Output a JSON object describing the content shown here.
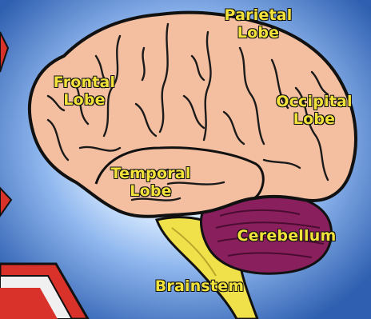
{
  "labels": {
    "parietal": {
      "line1": "Parietal",
      "line2": "Lobe"
    },
    "frontal": {
      "line1": "Frontal",
      "line2": "Lobe"
    },
    "occipital": {
      "line1": "Occipital",
      "line2": "Lobe"
    },
    "temporal": {
      "line1": "Temporal",
      "line2": "Lobe"
    },
    "cerebellum": {
      "line1": "Cerebellum"
    },
    "brainstem": {
      "line1": "Brainstem"
    }
  },
  "colors": {
    "background": "#2f5fb0",
    "glow": "#cfe6ff",
    "cerebrum": "#f4bfa0",
    "cerebellum": "#8a1f5e",
    "brainstem": "#f0e04a",
    "outline": "#111111",
    "label_fill": "#f2e23a",
    "accent_shape": "#d8322a"
  }
}
